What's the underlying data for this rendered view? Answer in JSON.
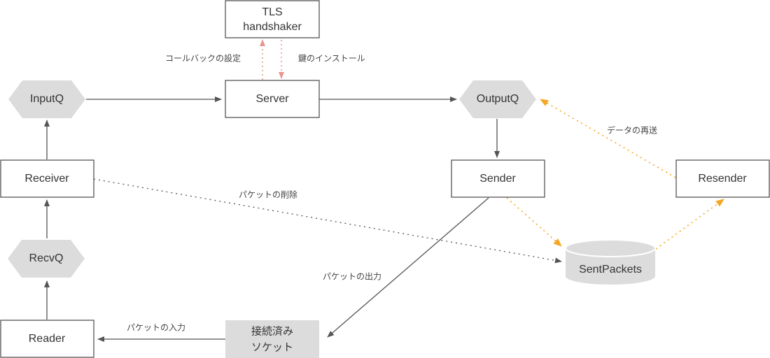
{
  "nodes": {
    "tls": {
      "line1": "TLS",
      "line2": "handshaker"
    },
    "server": "Server",
    "inputq": "InputQ",
    "outputq": "OutputQ",
    "receiver": "Receiver",
    "sender": "Sender",
    "resender": "Resender",
    "recvq": "RecvQ",
    "sentpackets": "SentPackets",
    "reader": "Reader",
    "socket": {
      "line1": "接続済み",
      "line2": "ソケット"
    }
  },
  "edges": {
    "callback_setup": "コールバックの設定",
    "key_install": "鍵のインストール",
    "data_resend": "データの再送",
    "packet_delete": "パケットの削除",
    "packet_output": "パケットの出力",
    "packet_input": "パケットの入力"
  },
  "colors": {
    "line": "#555555",
    "queue_fill": "#dcdcdc",
    "tls_arrow": "#e8958f",
    "resend_arrow": "#f5a623"
  }
}
